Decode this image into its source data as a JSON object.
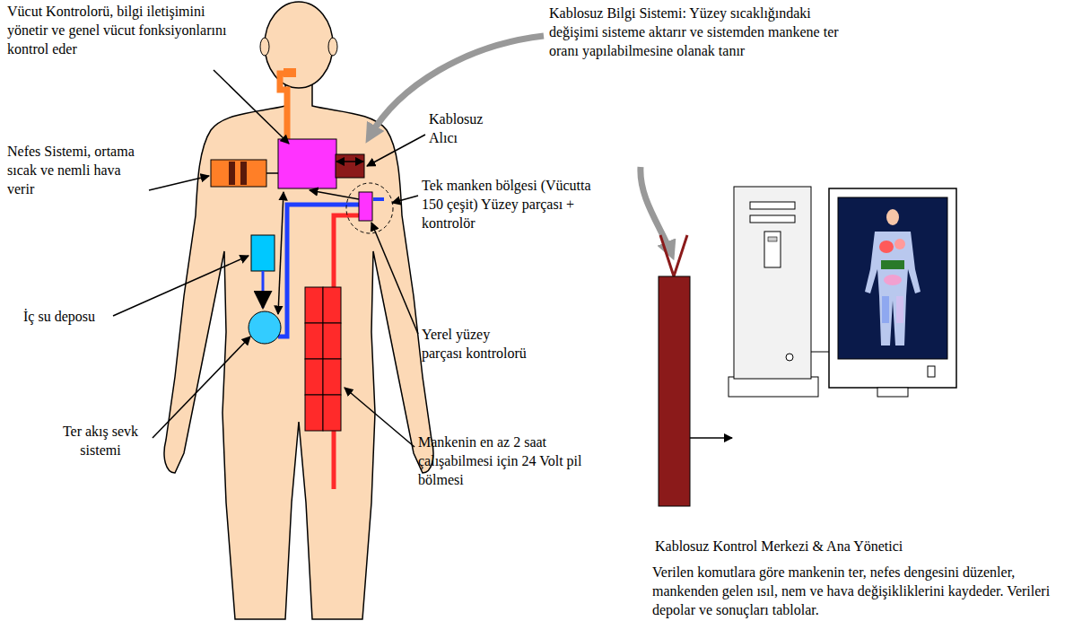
{
  "diagram": {
    "labels": [
      "Vücut Kontrolorü, bilgi iletişimini yönetir ve genel vücut fonksiyonlarını kontrol eder",
      "Nefes Sistemi, ortama sıcak ve nemli hava verir",
      "İç su deposu",
      "Ter akış sevk sistemi",
      "Kablosuz Bilgi Sistemi: Yüzey sıcaklığındaki değişimi sisteme aktarır ve sistemden mankene ter oranı yapılabilmesine olanak tanır",
      "Kablosuz Alıcı",
      "Tek manken bölgesi (Vücutta 150 çeşit) Yüzey parçası + kontrolör",
      "Yerel yüzey parçası kontrolorü",
      "Mankenin en az 2 saat çalışabilmesi için 24 Volt pil bölmesi",
      "Kablosuz Kontrol Merkezi & Ana Yönetici",
      "Verilen komutlara göre mankenin ter, nefes dengesini düzenler, mankenden gelen ısıl, nem ve hava değişikliklerini kaydeder. Verileri depolar ve sonuçları tablolar."
    ]
  }
}
